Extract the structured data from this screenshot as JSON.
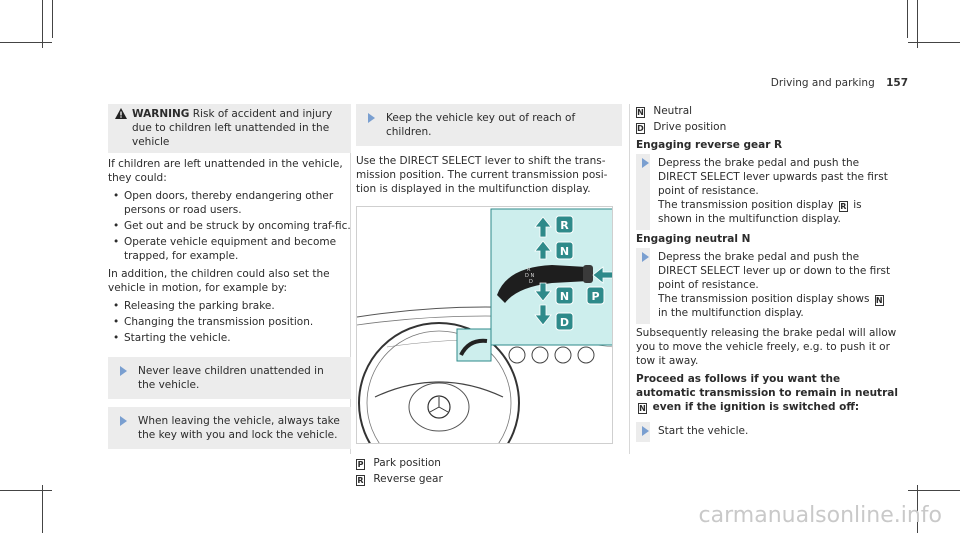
{
  "header": {
    "section": "Driving and parking",
    "page": "157"
  },
  "col1": {
    "warning_label": "WARNING",
    "warning_text": "Risk of accident and injury due to children left unattended in the vehicle",
    "p1": "If children are left unattended in the vehicle, they could:",
    "list1": [
      "Open doors, thereby endangering other persons or road users.",
      "Get out and be struck by oncoming traf-fic.",
      "Operate vehicle equipment and become trapped, for example."
    ],
    "p2": "In addition, the children could also set the vehicle in motion, for example by:",
    "list2": [
      "Releasing the parking brake.",
      "Changing the transmission position.",
      "Starting the vehicle."
    ],
    "action1": "Never leave children unattended in the vehicle.",
    "action2": "When leaving the vehicle, always take the key with you and lock the vehicle."
  },
  "col2": {
    "action": "Keep the vehicle key out of reach of children.",
    "p1": "Use the DIRECT SELECT lever to shift the trans-mission position. The current transmission posi-tion is displayed in the multifunction display.",
    "figure": {
      "labels": [
        "R",
        "N",
        "N",
        "P",
        "D"
      ],
      "lever_text": [
        "R",
        "D N",
        "D"
      ],
      "accent_color": "#2e8a8a",
      "panel_color": "#cdeeed"
    },
    "legend": [
      {
        "sym": "P",
        "text": "Park position"
      },
      {
        "sym": "R",
        "text": "Reverse gear"
      }
    ]
  },
  "col3": {
    "legend": [
      {
        "sym": "N",
        "text": "Neutral"
      },
      {
        "sym": "D",
        "text": "Drive position"
      }
    ],
    "h1": "Engaging reverse gear R",
    "step1": "Depress the brake pedal and push the DIRECT SELECT lever upwards past the first point of resistance.",
    "step1_b_pre": "The transmission position display",
    "step1_b_sym": "R",
    "step1_b_post": "is shown in the multifunction display.",
    "h2": "Engaging neutral N",
    "step2": "Depress the brake pedal and push the DIRECT SELECT lever up or down to the first point of resistance.",
    "step2_b_pre": "The transmission position display shows",
    "step2_b_sym": "N",
    "step2_b_post": "in the multifunction display.",
    "p1": "Subsequently releasing the brake pedal will allow you to move the vehicle freely, e.g. to push it or tow it away.",
    "h3_pre": "Proceed as follows if you want the automatic transmission to remain in neutral",
    "h3_sym": "N",
    "h3_post": "even if the ignition is switched off:",
    "step3": "Start the vehicle."
  },
  "watermark": "carmanualsonline.info"
}
